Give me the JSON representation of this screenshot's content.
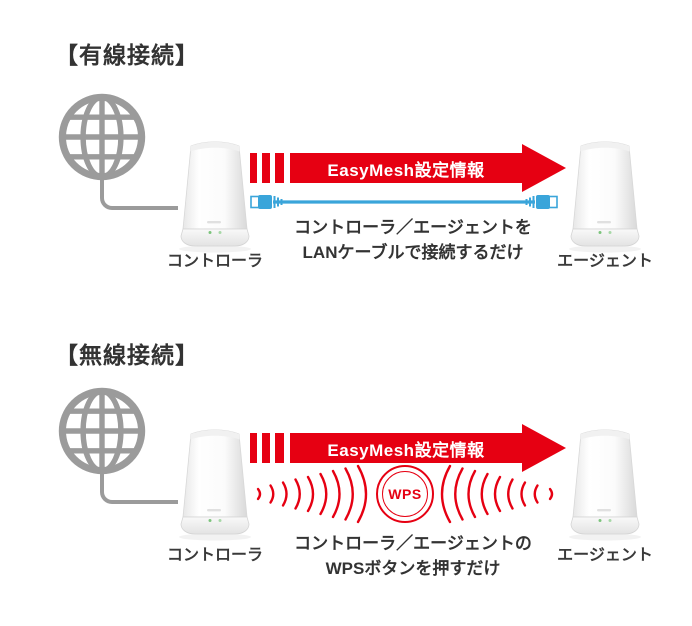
{
  "colors": {
    "accent_red": "#e60012",
    "cable_blue": "#3aa5da",
    "globe_gray": "#9b9b9b",
    "text": "#333333"
  },
  "sections": {
    "wired": {
      "heading": "【有線接続】",
      "arrow_label": "EasyMesh設定情報",
      "controller_label": "コントローラ",
      "agent_label": "エージェント",
      "caption_line1": "コントローラ／エージェントを",
      "caption_line2": "LANケーブルで接続するだけ"
    },
    "wireless": {
      "heading": "【無線接続】",
      "arrow_label": "EasyMesh設定情報",
      "controller_label": "コントローラ",
      "agent_label": "エージェント",
      "wps_label": "WPS",
      "caption_line1": "コントローラ／エージェントの",
      "caption_line2": "WPSボタンを押すだけ"
    }
  }
}
